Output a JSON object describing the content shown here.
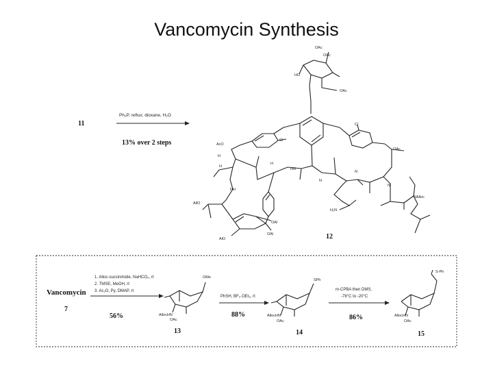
{
  "title": "Vancomycin Synthesis",
  "top_scheme": {
    "start_compound": "11",
    "reagents": "Ph₃P, reflux; dioxane, H₂O",
    "yield": "13% over 2 steps",
    "product_label": "12"
  },
  "molecule_12_labels": {
    "oac_1": "OAc",
    "oac_2": "OAc",
    "ho": "HO",
    "oac_3": "OAc",
    "cl_1": "Cl",
    "cl_2": "Cl",
    "aco": "AcO",
    "oac_4": "OAc",
    "h_1": "H",
    "h_2": "H",
    "hn_1": "HN",
    "n_1": "N",
    "nh": "NH",
    "h_3": "H",
    "n_2": "N",
    "h2n": "H₂N",
    "n_3": "N",
    "nalloc": "NAlloc",
    "allo": "AllO",
    "oal_1": "OAl",
    "oal_2": "OAl",
    "alo": "AlO"
  },
  "bottom_scheme": {
    "start_name": "Vancomycin",
    "start_label": "7",
    "step1_reagents": [
      "1. Alloc-succinimide, NaHCO₃, rt",
      "2. TMSE, MeOH, rt",
      "3. Ac₂O, Py, DMAP, rt"
    ],
    "step1_yield": "56%",
    "cmpd13_label": "13",
    "cmpd13_sub1": "OMe",
    "cmpd13_sub2": "AllocHN",
    "cmpd13_sub3": "OAc",
    "step2_reagents": "PhSH, BF₃·OEt₂, rt",
    "step2_yield": "88%",
    "cmpd14_label": "14",
    "cmpd14_sub1": "SPh",
    "cmpd14_sub2": "AllocHN",
    "cmpd14_sub3": "OAc",
    "step3_reagents_line1": "m-CPBA then DMS,",
    "step3_reagents_line2": "-78°C to -20°C",
    "step3_yield": "86%",
    "cmpd15_label": "15",
    "cmpd15_sub1": "S-Ph",
    "cmpd15_sub2": "AllocHN",
    "cmpd15_sub3": "OAc"
  }
}
